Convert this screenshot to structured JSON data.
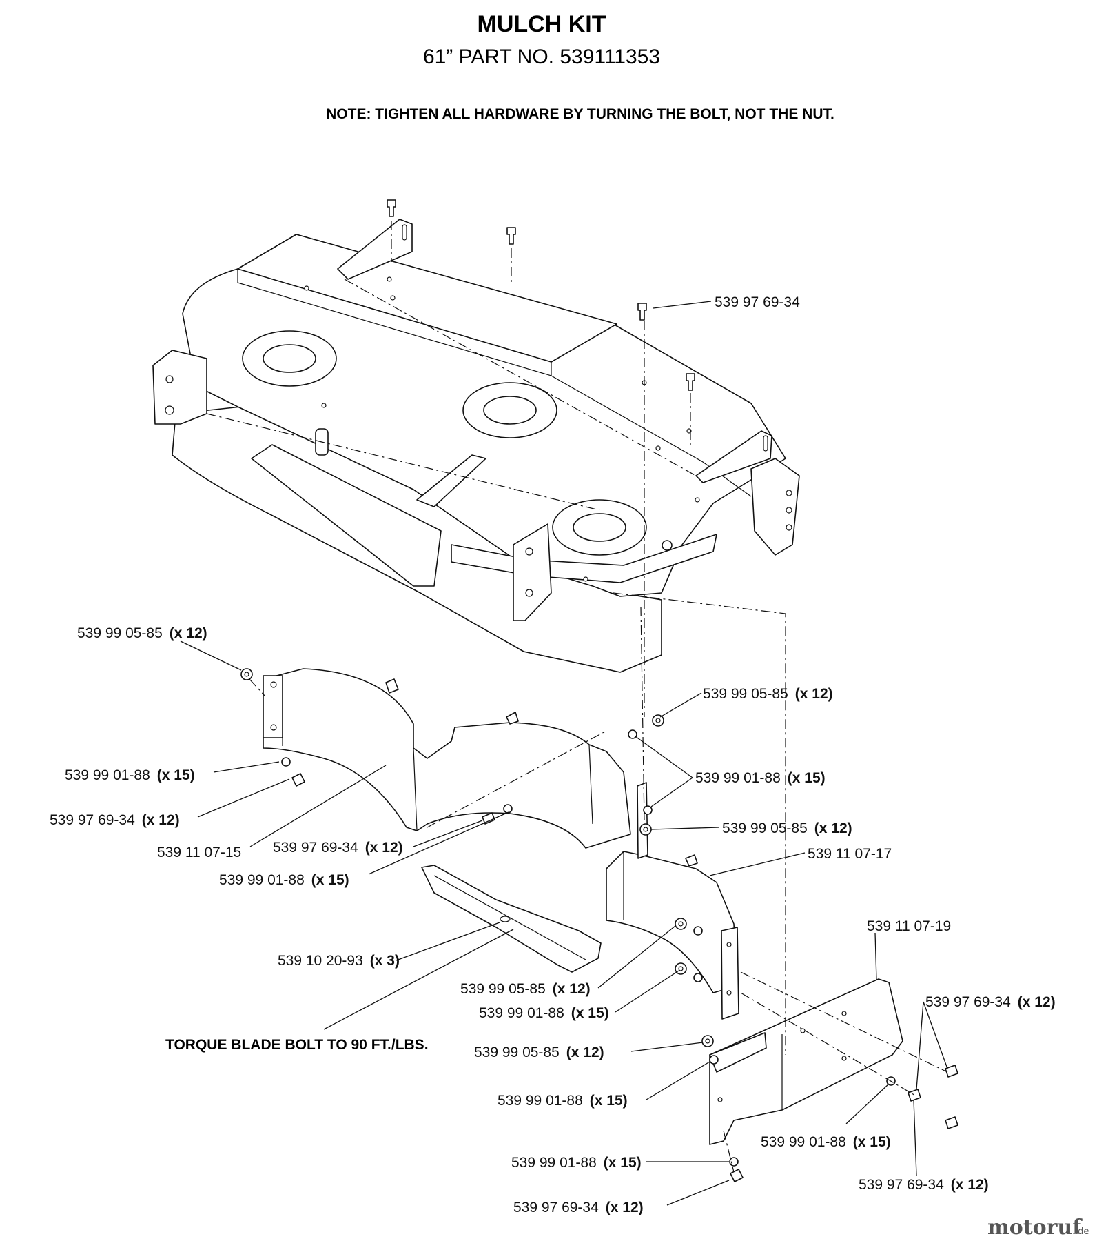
{
  "header": {
    "title": "MULCH KIT",
    "subtitle": "61” PART NO. 539111353",
    "note": "NOTE: TIGHTEN ALL HARDWARE BY TURNING THE BOLT, NOT THE NUT."
  },
  "torque_note": "TORQUE BLADE BOLT TO 90 FT./LBS.",
  "callouts": [
    {
      "part": "539 97 69-34",
      "qty": ""
    },
    {
      "part": "539 99 05-85",
      "qty": "(x 12)"
    },
    {
      "part": "539 99 05-85",
      "qty": "(x 12)"
    },
    {
      "part": "539 99 01-88",
      "qty": "(x 15)"
    },
    {
      "part": "539 99 01-88",
      "qty": "(x 15)"
    },
    {
      "part": "539 97 69-34",
      "qty": "(x 12)"
    },
    {
      "part": "539 99 05-85",
      "qty": "(x 12)"
    },
    {
      "part": "539 11 07-15",
      "qty": ""
    },
    {
      "part": "539 97 69-34",
      "qty": "(x 12)"
    },
    {
      "part": "539 11 07-17",
      "qty": ""
    },
    {
      "part": "539 99 01-88",
      "qty": "(x 15)"
    },
    {
      "part": "539 11 07-19",
      "qty": ""
    },
    {
      "part": "539 10 20-93",
      "qty": "(x 3)"
    },
    {
      "part": "539 99 05-85",
      "qty": "(x 12)"
    },
    {
      "part": "539 99 01-88",
      "qty": "(x 15)"
    },
    {
      "part": "539 97 69-34",
      "qty": "(x 12)"
    },
    {
      "part": "539 99 05-85",
      "qty": "(x 12)"
    },
    {
      "part": "539 99 01-88",
      "qty": "(x 15)"
    },
    {
      "part": "539 99 01-88",
      "qty": "(x 15)"
    },
    {
      "part": "539 99 01-88",
      "qty": "(x 15)"
    },
    {
      "part": "539 97 69-34",
      "qty": "(x 12)"
    },
    {
      "part": "539 97 69-34",
      "qty": "(x 12)"
    }
  ],
  "watermark": {
    "text": "motoruf",
    "suffix": ".de"
  }
}
